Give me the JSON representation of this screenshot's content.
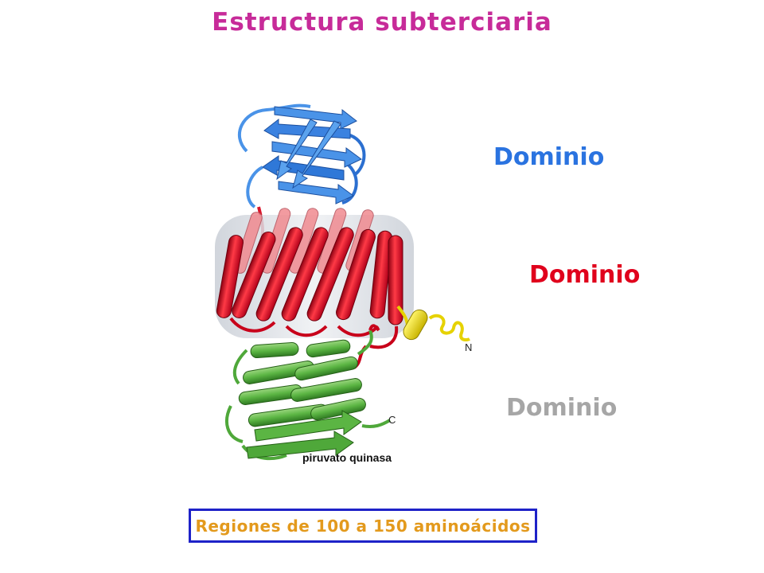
{
  "title": "Estructura subterciaria",
  "labels": {
    "top_domain": "Dominio",
    "middle_domain": "Dominio",
    "bottom_domain": "Dominio"
  },
  "figure": {
    "protein_name": "piruvato quinasa",
    "n_terminus": "N",
    "c_terminus": "C"
  },
  "caption": "Regiones de 100 a 150 aminoácidos",
  "colors": {
    "title": "#c72b99",
    "blue_domain": "#2a73e0",
    "red_domain": "#e0001c",
    "gray_label": "#a6a6a6",
    "green_domain": "#5bb543",
    "yellow_helix": "#f2e000",
    "caption_text": "#e39a1d",
    "caption_border": "#1e22c8"
  }
}
